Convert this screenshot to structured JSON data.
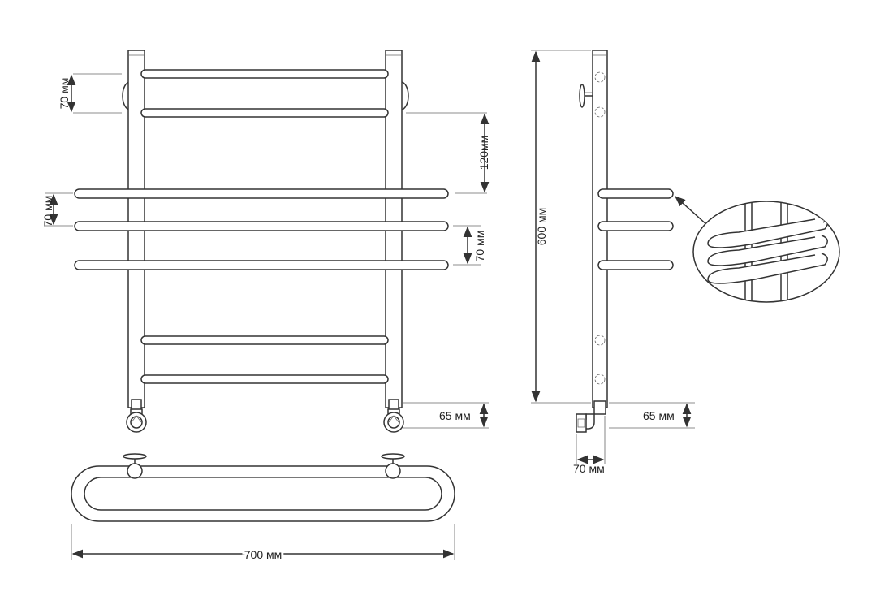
{
  "dimensions": {
    "top_gap": "70 мм",
    "mid_gap": "120мм",
    "shelf_gap_left": "70 мм",
    "shelf_gap_right": "70 мм",
    "connection_front": "65 мм",
    "total_height": "600 мм",
    "connection_side": "65 мм",
    "depth": "70 мм",
    "total_width": "700 мм"
  },
  "colors": {
    "line": "#333333",
    "background": "#ffffff"
  },
  "icons": [
    "arrow-icon",
    "valve-icon",
    "wall-mount-icon"
  ]
}
